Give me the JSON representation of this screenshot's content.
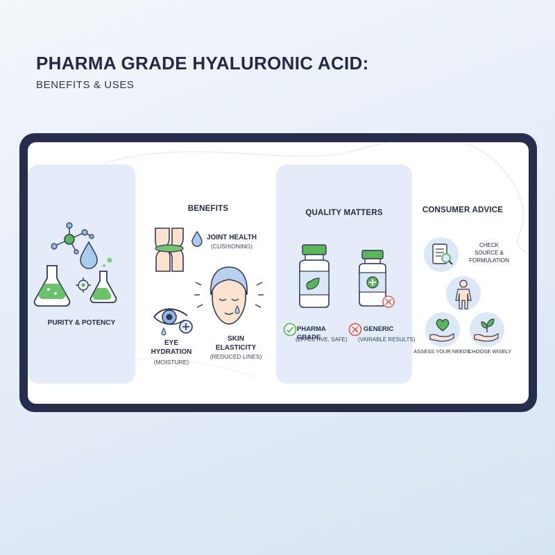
{
  "header": {
    "title": "PHARMA GRADE HYALURONIC ACID:",
    "subtitle": "BENEFITS & USES"
  },
  "purity": {
    "label": "PURITY & POTENCY",
    "icon": "lab-flasks-molecule-icon"
  },
  "benefits": {
    "heading": "BENEFITS",
    "joint": {
      "label": "JOINT HEALTH",
      "sub": "(CUSHIONING)",
      "icon": "knee-joint-icon"
    },
    "eye": {
      "label1": "EYE",
      "label2": "HYDRATION",
      "sub": "(MOISTURE)",
      "icon": "eye-drop-icon"
    },
    "skin": {
      "label1": "SKIN",
      "label2": "ELASTICITY",
      "sub": "(REDUCED LINES)",
      "icon": "face-icon"
    }
  },
  "quality": {
    "heading": "QUALITY MATTERS",
    "pharma": {
      "label": "PHARMA GRADE",
      "sub": "(EFFECTIVE, SAFE)"
    },
    "generic": {
      "label": "GENERIC",
      "sub": "(VARIABLE RESULTS)"
    }
  },
  "advice": {
    "heading": "CONSUMER ADVICE",
    "check": {
      "line1": "CHECK",
      "line2": "SOURCE &",
      "line3": "FORMULATION"
    },
    "assess": "ASSESS YOUR NEEDS",
    "choose": "CHOOSE WISELY"
  },
  "colors": {
    "navy": "#262d4d",
    "accent_green": "#5bb85a",
    "accent_blue": "#8fb6e0",
    "panel": "#e4ecf9",
    "error_red": "#e05a5a"
  }
}
